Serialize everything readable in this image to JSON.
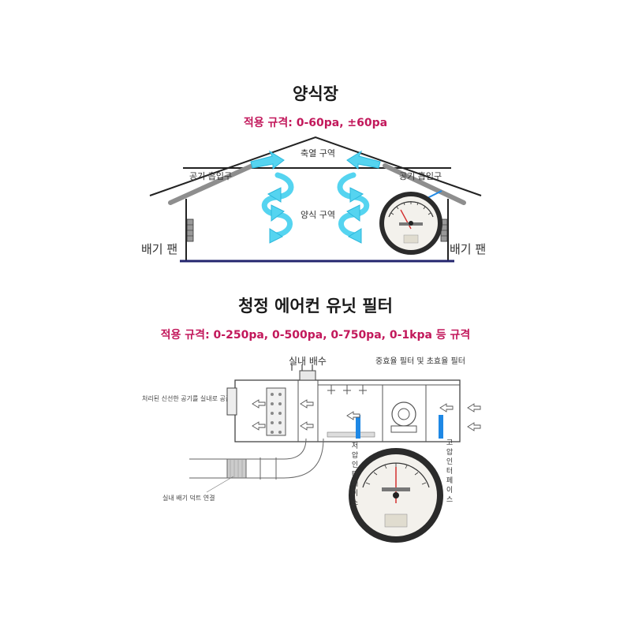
{
  "farm": {
    "title": "양식장",
    "spec": "적용 규격: 0-60pa, ±60pa",
    "labels": {
      "heat_zone": "축열 구역",
      "air_inlet_left": "공기 흡입구",
      "air_inlet_right": "공기 흡입구",
      "farm_zone": "양식 구역",
      "exhaust_fan_left": "배기 팬",
      "exhaust_fan_right": "배기 팬"
    }
  },
  "ahu": {
    "title": "청정 에어컨 유닛 필터",
    "spec": "적용 규격: 0-250pa, 0-500pa, 0-750pa, 0-1kpa 등 규격",
    "labels": {
      "indoor_drain": "실내 배수",
      "filters": "중효율 필터 및 초효율 필터",
      "supply_note": "처리된 신선한 공기를 실내로 공급",
      "low_pressure_interface": "저압인터페이스",
      "high_pressure_interface": "고압인터페이스",
      "exhaust_duct": "실내 배기 덕트 연결"
    }
  },
  "colors": {
    "accent": "#c2185b",
    "airflow": "#55d4f0",
    "airflow_edge": "#2bb7dc",
    "marker_blue": "#1e88e5",
    "gauge_bezel": "#2b2b2b"
  }
}
